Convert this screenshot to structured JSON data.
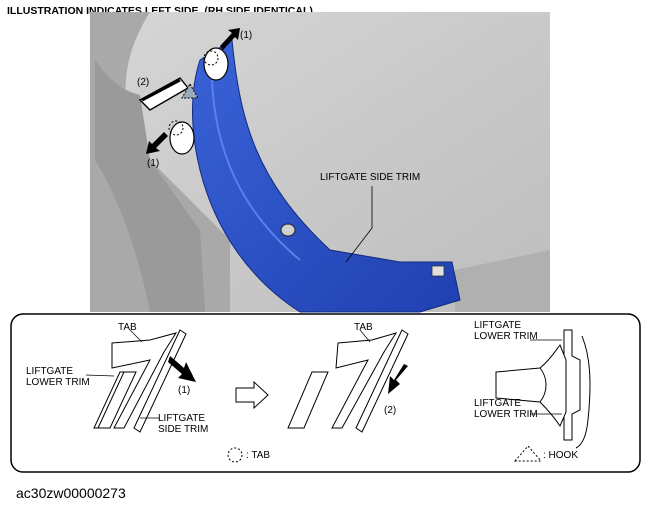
{
  "header": "ILLUSTRATION INDICATES LEFT SIDE. (RH SIDE IDENTICAL)",
  "labels": {
    "step1": "(1)",
    "step2": "(2)",
    "liftgate_side_trim": "LIFTGATE SIDE TRIM",
    "tab": "TAB",
    "liftgate_lower_trim": "LIFTGATE\nLOWER TRIM",
    "liftgate_side_trim_two_line": "LIFTGATE\nSIDE TRIM",
    "legend_tab": ": TAB",
    "legend_hook": ": HOOK"
  },
  "figure_code": "ac30zw00000273",
  "colors": {
    "trim_blue": "#2b50c8",
    "panel_gray": "#c9c9c9",
    "frame_gray": "#b2b2b2"
  }
}
